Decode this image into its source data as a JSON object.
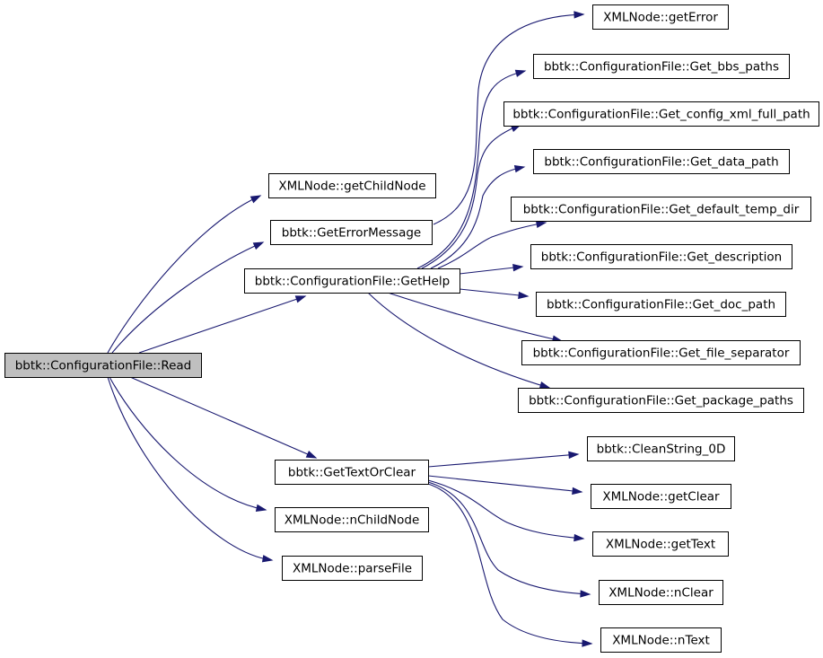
{
  "root": "bbtk::ConfigurationFile::Read",
  "nodes": {
    "read": "bbtk::ConfigurationFile::Read",
    "getChildNode": "XMLNode::getChildNode",
    "getErrorMessage": "bbtk::GetErrorMessage",
    "getHelp": "bbtk::ConfigurationFile::GetHelp",
    "getTextOrClear": "bbtk::GetTextOrClear",
    "nChildNode": "XMLNode::nChildNode",
    "parseFile": "XMLNode::parseFile",
    "getError": "XMLNode::getError",
    "getBbsPaths": "bbtk::ConfigurationFile::Get_bbs_paths",
    "getConfigXmlFullPath": "bbtk::ConfigurationFile::Get_config_xml_full_path",
    "getDataPath": "bbtk::ConfigurationFile::Get_data_path",
    "getDefaultTempDir": "bbtk::ConfigurationFile::Get_default_temp_dir",
    "getDescription": "bbtk::ConfigurationFile::Get_description",
    "getDocPath": "bbtk::ConfigurationFile::Get_doc_path",
    "getFileSeparator": "bbtk::ConfigurationFile::Get_file_separator",
    "getPackagePaths": "bbtk::ConfigurationFile::Get_package_paths",
    "cleanString0D": "bbtk::CleanString_0D",
    "getClear": "XMLNode::getClear",
    "getText": "XMLNode::getText",
    "nClear": "XMLNode::nClear",
    "nText": "XMLNode::nText"
  },
  "edges": [
    [
      "read",
      "getChildNode"
    ],
    [
      "read",
      "getErrorMessage"
    ],
    [
      "read",
      "getHelp"
    ],
    [
      "read",
      "getTextOrClear"
    ],
    [
      "read",
      "nChildNode"
    ],
    [
      "read",
      "parseFile"
    ],
    [
      "getErrorMessage",
      "getError"
    ],
    [
      "getHelp",
      "getBbsPaths"
    ],
    [
      "getHelp",
      "getConfigXmlFullPath"
    ],
    [
      "getHelp",
      "getDataPath"
    ],
    [
      "getHelp",
      "getDefaultTempDir"
    ],
    [
      "getHelp",
      "getDescription"
    ],
    [
      "getHelp",
      "getDocPath"
    ],
    [
      "getHelp",
      "getFileSeparator"
    ],
    [
      "getHelp",
      "getPackagePaths"
    ],
    [
      "getTextOrClear",
      "cleanString0D"
    ],
    [
      "getTextOrClear",
      "getClear"
    ],
    [
      "getTextOrClear",
      "getText"
    ],
    [
      "getTextOrClear",
      "nClear"
    ],
    [
      "getTextOrClear",
      "nText"
    ]
  ],
  "colors": {
    "edge": "#191970",
    "root_fill": "#bfbfbf",
    "node_fill": "#ffffff",
    "border": "#000000"
  }
}
